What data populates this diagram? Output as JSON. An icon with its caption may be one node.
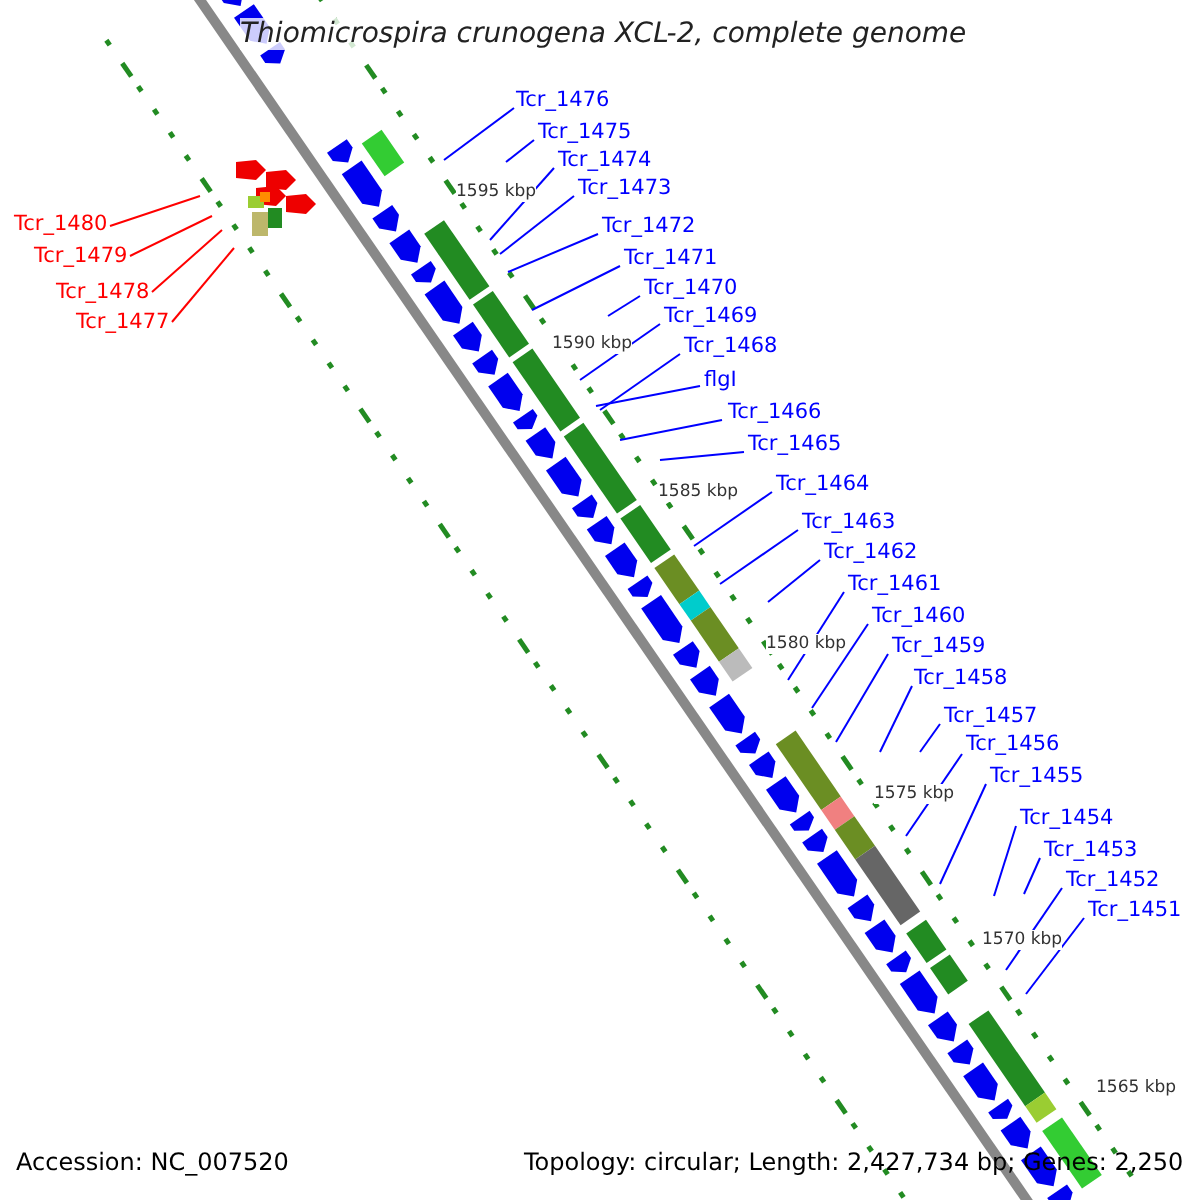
{
  "diagram": {
    "title": "Thiomicrospira crunogena XCL-2, complete genome",
    "nodes": [
      {
        "text": [
          "Tcr_1476"
        ]
      },
      {
        "text": [
          "Tcr_1475"
        ]
      },
      {
        "text": [
          "Tcr_1474"
        ]
      },
      {
        "text": [
          "Tcr_1473"
        ]
      },
      {
        "text": [
          "Tcr_1472"
        ]
      },
      {
        "text": [
          "Tcr_1471"
        ]
      },
      {
        "text": [
          "Tcr_1470"
        ]
      },
      {
        "text": [
          "Tcr_1469"
        ]
      },
      {
        "text": [
          "Tcr_1468"
        ]
      },
      {
        "text": [
          "flgI"
        ]
      },
      {
        "text": [
          "Tcr_1466"
        ]
      },
      {
        "text": [
          "Tcr_1465"
        ]
      },
      {
        "text": [
          "Tcr_1464"
        ]
      },
      {
        "text": [
          "Tcr_1463"
        ]
      },
      {
        "text": [
          "Tcr_1462"
        ]
      },
      {
        "text": [
          "Tcr_1461"
        ]
      },
      {
        "text": [
          "Tcr_1460"
        ]
      },
      {
        "text": [
          "Tcr_1459"
        ]
      },
      {
        "text": [
          "Tcr_1458"
        ]
      },
      {
        "text": [
          "Tcr_1457"
        ]
      },
      {
        "text": [
          "Tcr_1456"
        ]
      },
      {
        "text": [
          "Tcr_1455"
        ]
      },
      {
        "text": [
          "Tcr_1454"
        ]
      },
      {
        "text": [
          "Tcr_1453"
        ]
      },
      {
        "text": [
          "Tcr_1452"
        ]
      },
      {
        "text": [
          "Tcr_1451"
        ]
      },
      {
        "text": [
          "Tcr_1480"
        ]
      },
      {
        "text": [
          "Tcr_1479"
        ]
      },
      {
        "text": [
          "Tcr_1478"
        ]
      },
      {
        "text": [
          "Tcr_1477"
        ]
      }
    ],
    "edges": [
      {
        "from": 0,
        "to": null,
        "arrow": "none"
      },
      {
        "from": 1,
        "to": null,
        "arrow": "none"
      },
      {
        "from": 2,
        "to": null,
        "arrow": "none"
      },
      {
        "from": 3,
        "to": null,
        "arrow": "none"
      },
      {
        "from": 4,
        "to": null,
        "arrow": "none"
      },
      {
        "from": 5,
        "to": null,
        "arrow": "none"
      },
      {
        "from": 6,
        "to": null,
        "arrow": "none"
      },
      {
        "from": 7,
        "to": null,
        "arrow": "none"
      },
      {
        "from": 8,
        "to": null,
        "arrow": "none"
      },
      {
        "from": 9,
        "to": null,
        "arrow": "none"
      },
      {
        "from": 10,
        "to": null,
        "arrow": "none"
      },
      {
        "from": 11,
        "to": null,
        "arrow": "none"
      },
      {
        "from": 12,
        "to": null,
        "arrow": "none"
      },
      {
        "from": 13,
        "to": null,
        "arrow": "none"
      },
      {
        "from": 14,
        "to": null,
        "arrow": "none"
      },
      {
        "from": 15,
        "to": null,
        "arrow": "none"
      },
      {
        "from": 16,
        "to": null,
        "arrow": "none"
      },
      {
        "from": 17,
        "to": null,
        "arrow": "none"
      },
      {
        "from": 18,
        "to": null,
        "arrow": "none"
      },
      {
        "from": 19,
        "to": null,
        "arrow": "none"
      },
      {
        "from": 20,
        "to": null,
        "arrow": "none"
      },
      {
        "from": 21,
        "to": null,
        "arrow": "none"
      },
      {
        "from": 22,
        "to": null,
        "arrow": "none"
      },
      {
        "from": 23,
        "to": null,
        "arrow": "none"
      },
      {
        "from": 24,
        "to": null,
        "arrow": "none"
      },
      {
        "from": 25,
        "to": null,
        "arrow": "none"
      },
      {
        "from": 26,
        "to": null,
        "arrow": "none",
        "color": "#ff0000"
      },
      {
        "from": 27,
        "to": null,
        "arrow": "none",
        "color": "#ff0000"
      },
      {
        "from": 28,
        "to": null,
        "arrow": "none",
        "color": "#ff0000"
      },
      {
        "from": 29,
        "to": null,
        "arrow": "none",
        "color": "#ff0000"
      }
    ],
    "labels": [
      "1595 kbp",
      "1590 kbp",
      "1585 kbp",
      "1580 kbp",
      "1575 kbp",
      "1570 kbp",
      "1565 kbp",
      "Accession: NC_007520",
      "Topology: circular; Length: 2,427,734 bp; Genes: 2,250"
    ]
  }
}
